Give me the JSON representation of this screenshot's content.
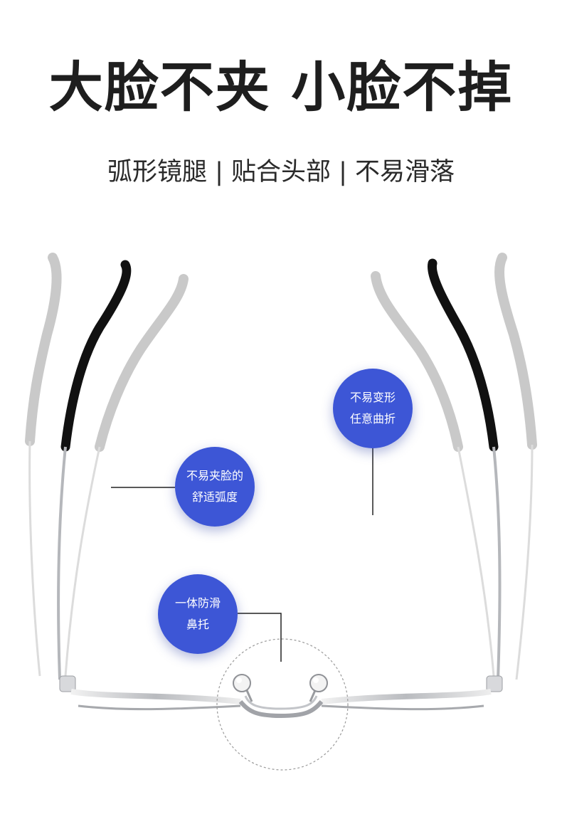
{
  "header": {
    "headline": "大脸不夹  小脸不掉",
    "subline": "弧形镜腿 | 贴合头部 | 不易滑落"
  },
  "callouts": {
    "flex": {
      "line1": "不易变形",
      "line2": "任意曲折"
    },
    "comfort": {
      "line1": "不易夹脸的",
      "line2": "舒适弧度"
    },
    "nose": {
      "line1": "一体防滑",
      "line2": "鼻托"
    }
  },
  "colors": {
    "accent": "#3d56d6",
    "temple_tip_black": "#111111",
    "temple_ghost": "#c8c8c8",
    "frame_silver": "#a9abb0"
  }
}
